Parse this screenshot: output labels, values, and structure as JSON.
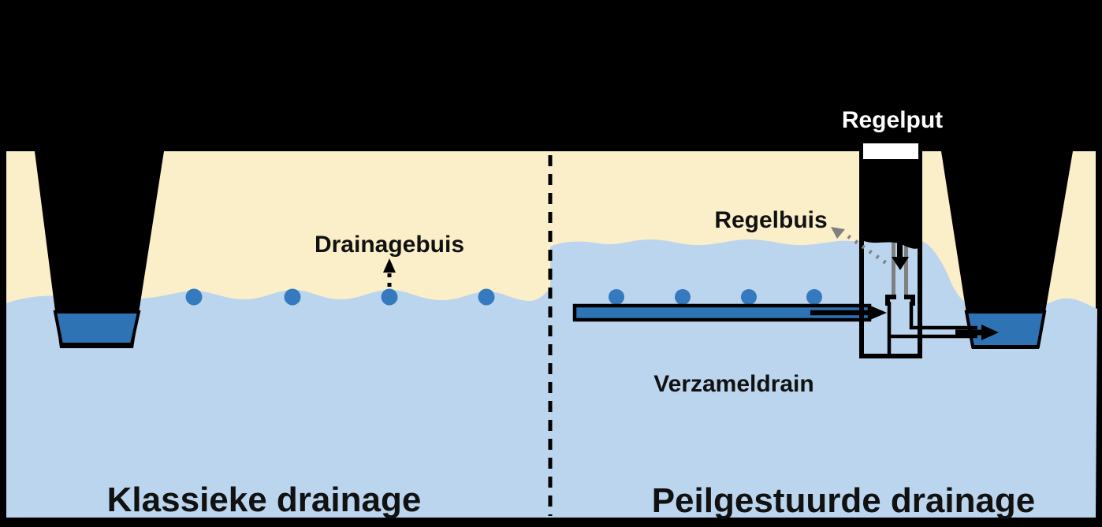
{
  "diagram": {
    "left_panel": {
      "title": "Klassieke drainage",
      "drain_label": "Drainagebuis"
    },
    "right_panel": {
      "title": "Peilgestuurde drainage",
      "well_label": "Regelput",
      "control_pipe_label": "Regelbuis",
      "collector_label": "Verzameldrain"
    }
  },
  "colors": {
    "background": "#000000",
    "soil": "#FBEFC9",
    "groundwater": "#BCD5EE",
    "ditch_water": "#2E74B5",
    "drain_dot": "#3579BE",
    "pipe_gray": "#7F7F7F",
    "pointer_gray": "#7F7F7F",
    "label_dark": "#111111",
    "label_light": "#FFFFFF"
  }
}
